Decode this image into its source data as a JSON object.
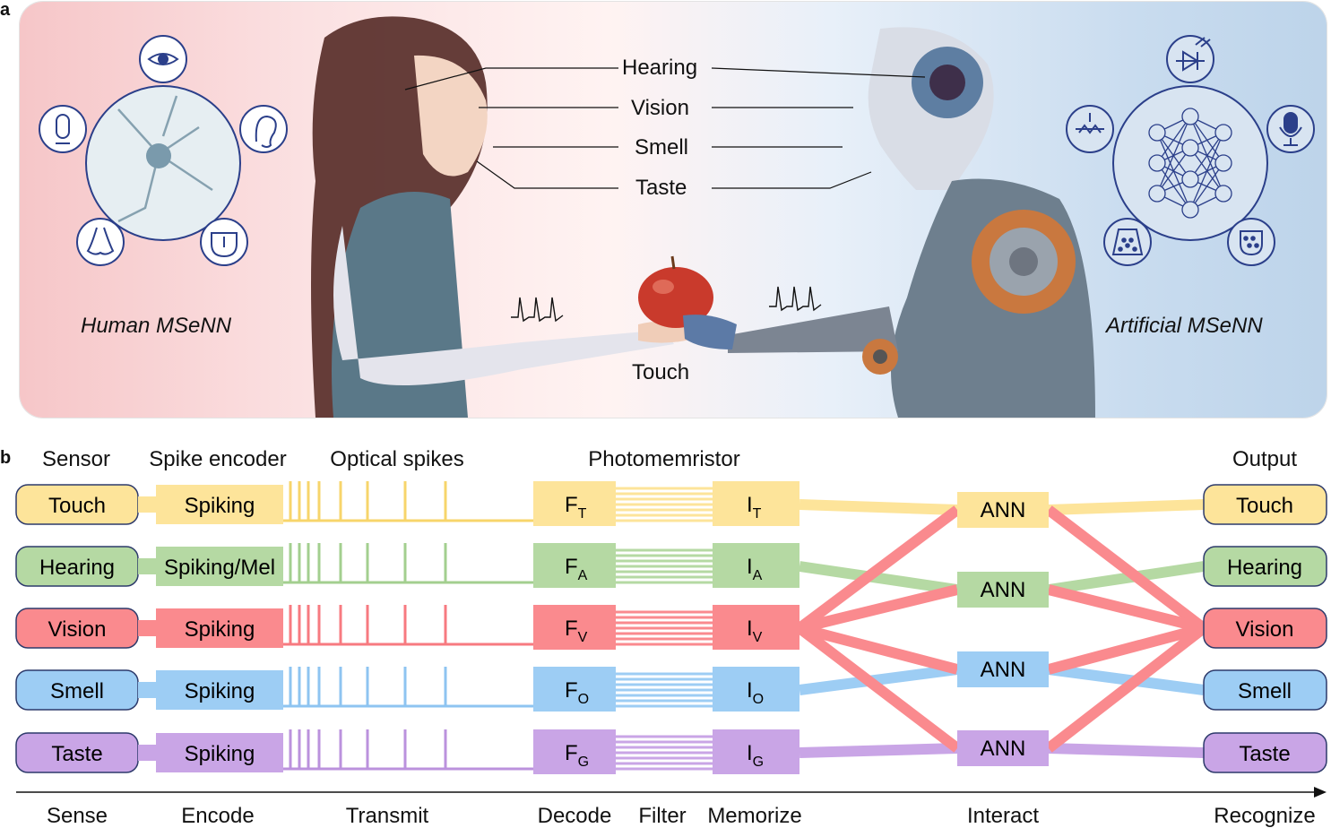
{
  "panel_a": {
    "letter": "a",
    "human_label": "Human MSeNN",
    "artificial_label": "Artificial MSeNN",
    "senses": {
      "hearing": "Hearing",
      "vision": "Vision",
      "smell": "Smell",
      "taste": "Taste",
      "touch": "Touch"
    }
  },
  "panel_b": {
    "letter": "b",
    "headers": {
      "sensor": "Sensor",
      "spike_encoder": "Spike encoder",
      "optical_spikes": "Optical spikes",
      "photomemristor": "Photomemristor",
      "output": "Output"
    },
    "rows": [
      {
        "sensor": "Touch",
        "encoder": "Spiking",
        "f_main": "F",
        "f_sub": "T",
        "i_main": "I",
        "i_sub": "T",
        "output": "Touch",
        "color": "#fde49a",
        "dark": "#f7d56b"
      },
      {
        "sensor": "Hearing",
        "encoder": "Spiking/Mel",
        "f_main": "F",
        "f_sub": "A",
        "i_main": "I",
        "i_sub": "A",
        "output": "Hearing",
        "color": "#b5d9a3",
        "dark": "#a3cf8f"
      },
      {
        "sensor": "Vision",
        "encoder": "Spiking",
        "f_main": "F",
        "f_sub": "V",
        "i_main": "I",
        "i_sub": "V",
        "output": "Vision",
        "color": "#fa8a8e",
        "dark": "#f77a80"
      },
      {
        "sensor": "Smell",
        "encoder": "Spiking",
        "f_main": "F",
        "f_sub": "O",
        "i_main": "I",
        "i_sub": "O",
        "output": "Smell",
        "color": "#9dcdf4",
        "dark": "#8ec4f1"
      },
      {
        "sensor": "Taste",
        "encoder": "Spiking",
        "f_main": "F",
        "f_sub": "G",
        "i_main": "I",
        "i_sub": "G",
        "output": "Taste",
        "color": "#c9a5e6",
        "dark": "#bb92dd"
      }
    ],
    "ann_label": "ANN",
    "stages": [
      "Sense",
      "Encode",
      "Transmit",
      "Decode",
      "Filter",
      "Memorize",
      "Interact",
      "Recognize"
    ],
    "border_color": "#2d3a6b"
  }
}
